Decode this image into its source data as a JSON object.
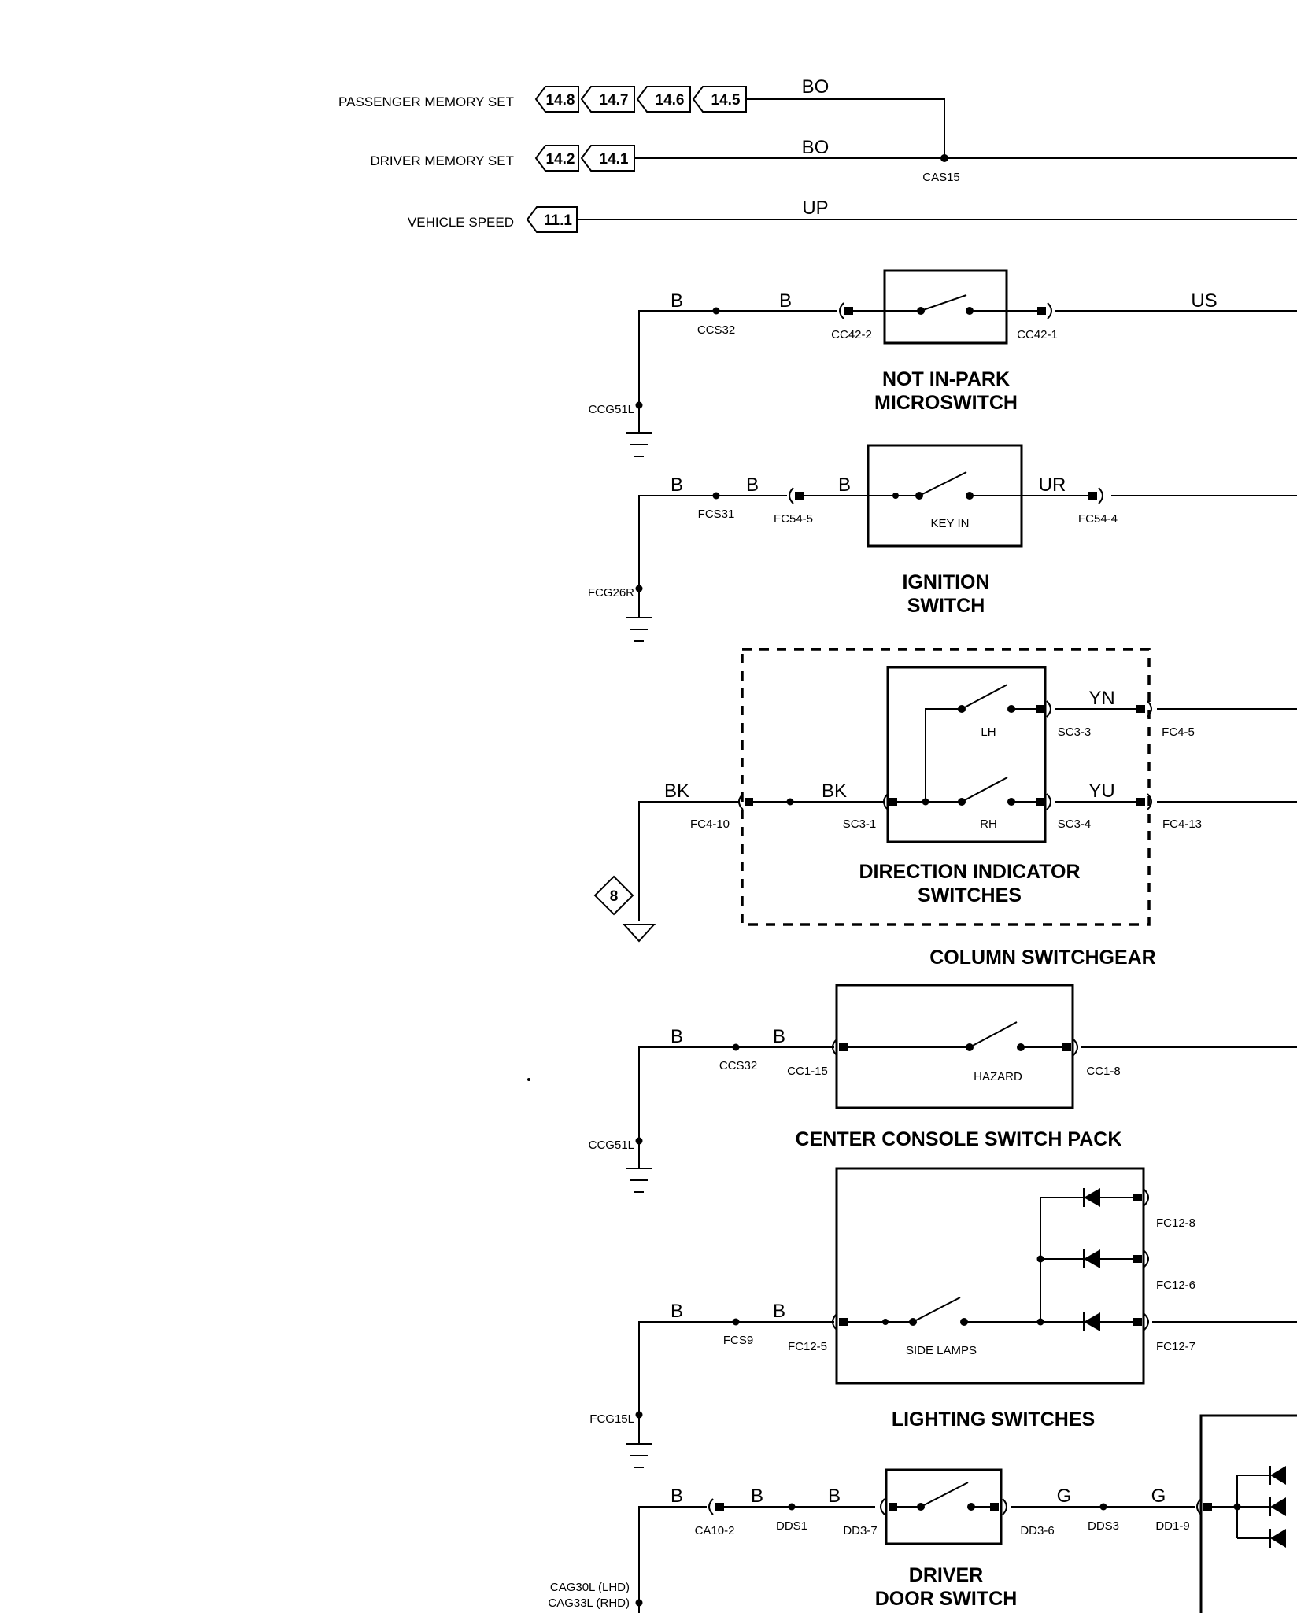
{
  "signals": {
    "passenger_memory_set": {
      "label": "PASSENGER MEMORY SET",
      "refs": [
        "14.8",
        "14.7",
        "14.6",
        "14.5"
      ],
      "wire": "BO"
    },
    "driver_memory_set": {
      "label": "DRIVER MEMORY SET",
      "refs": [
        "14.2",
        "14.1"
      ],
      "wire": "BO"
    },
    "splice": "CAS15",
    "vehicle_speed": {
      "label": "VEHICLE SPEED",
      "refs": [
        "11.1"
      ],
      "wire": "UP"
    }
  },
  "not_in_park": {
    "title1": "NOT IN-PARK",
    "title2": "MICROSWITCH",
    "ground": "CCG51L",
    "splice": "CCS32",
    "conn_in": "CC42-2",
    "conn_out": "CC42-1",
    "wire_in1": "B",
    "wire_in2": "B",
    "wire_out": "US"
  },
  "ignition": {
    "title1": "IGNITION",
    "title2": "SWITCH",
    "ground": "FCG26R",
    "splice": "FCS31",
    "conn_in": "FC54-5",
    "conn_out": "FC54-4",
    "wire_in1": "B",
    "wire_in2": "B",
    "wire_in3": "B",
    "wire_out": "UR",
    "switch_label": "KEY IN"
  },
  "direction": {
    "title1": "DIRECTION INDICATOR",
    "title2": "SWITCHES",
    "group": "COLUMN SWITCHGEAR",
    "ground_ref": "8",
    "wire_in1": "BK",
    "wire_in2": "BK",
    "conn_in": "FC4-10",
    "sc_in": "SC3-1",
    "lh_label": "LH",
    "rh_label": "RH",
    "sc_lh": "SC3-3",
    "sc_rh": "SC3-4",
    "wire_lh": "YN",
    "wire_rh": "YU",
    "conn_lh": "FC4-5",
    "conn_rh": "FC4-13"
  },
  "hazard": {
    "title": "CENTER CONSOLE SWITCH PACK",
    "ground": "CCG51L",
    "splice": "CCS32",
    "wire_in1": "B",
    "wire_in2": "B",
    "conn_in": "CC1-15",
    "conn_out": "CC1-8",
    "switch_label": "HAZARD"
  },
  "lighting": {
    "title": "LIGHTING SWITCHES",
    "ground": "FCG15L",
    "splice": "FCS9",
    "wire_in1": "B",
    "wire_in2": "B",
    "conn_in": "FC12-5",
    "switch_label": "SIDE LAMPS",
    "conn_out1": "FC12-8",
    "conn_out2": "FC12-6",
    "conn_out3": "FC12-7"
  },
  "door": {
    "title1": "DRIVER",
    "title2": "DOOR SWITCH",
    "ground1": "CAG30L (LHD)",
    "ground2": "CAG33L (RHD)",
    "wire_b1": "B",
    "wire_b2": "B",
    "wire_b3": "B",
    "conn_a": "CA10-2",
    "splice": "DDS1",
    "conn_in": "DD3-7",
    "conn_out": "DD3-6",
    "splice2": "DDS3",
    "wire_g1": "G",
    "wire_g2": "G",
    "conn_dd": "DD1-9"
  }
}
